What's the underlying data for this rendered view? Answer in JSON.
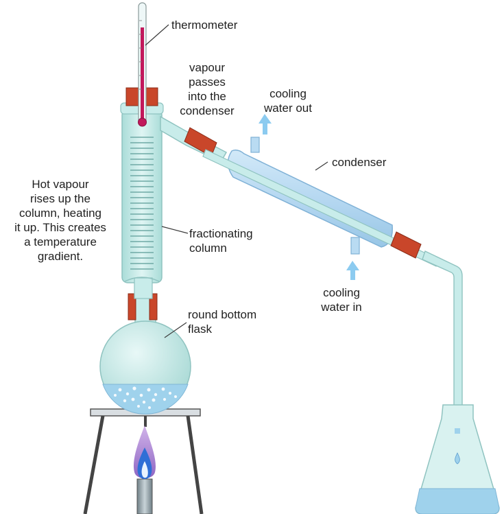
{
  "diagram": {
    "labels": {
      "thermometer": "thermometer",
      "vapour_line1": "vapour",
      "vapour_line2": "passes",
      "vapour_line3": "into the",
      "vapour_line4": "condenser",
      "cooling_out_line1": "cooling",
      "cooling_out_line2": "water out",
      "condenser": "condenser",
      "hot_line1": "Hot vapour",
      "hot_line2": "rises up the",
      "hot_line3": "column, heating",
      "hot_line4": "it up. This creates",
      "hot_line5": "a temperature",
      "hot_line6": "gradient.",
      "fractionating_line1": "fractionating",
      "fractionating_line2": "column",
      "cooling_in_line1": "cooling",
      "cooling_in_line2": "water in",
      "flask_line1": "round bottom",
      "flask_line2": "flask"
    },
    "colors": {
      "glass": "#c8ecea",
      "glass_outline": "#8fc3c0",
      "condenser_jacket": "#b9dbf2",
      "stopper": "#c9462a",
      "thermometer_liquid": "#c2185b",
      "water_arrow": "#8ccbf0",
      "liquid": "#9fd2ec",
      "flame_blue": "#2f6fd6",
      "flame_purple": "#9b59c8",
      "tripod": "#444444"
    },
    "icons": [
      "thermometer-icon",
      "flame-icon",
      "arrow-up-icon"
    ]
  }
}
